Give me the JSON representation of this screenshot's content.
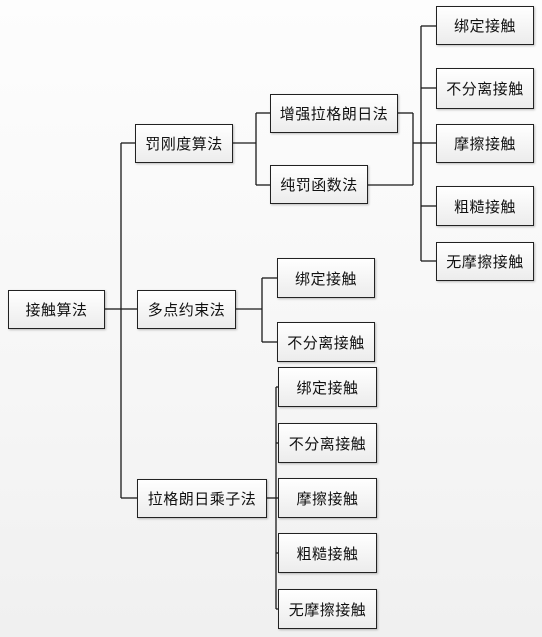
{
  "root": "接触算法",
  "branches": {
    "penalty": {
      "label": "罚刚度算法",
      "sub_augmented": "增强拉格朗日法",
      "sub_pure": "纯罚函数法",
      "types": [
        "绑定接触",
        "不分离接触",
        "摩擦接触",
        "粗糙接触",
        "无摩擦接触"
      ]
    },
    "mpc": {
      "label": "多点约束法",
      "types": [
        "绑定接触",
        "不分离接触"
      ]
    },
    "lagrange": {
      "label": "拉格朗日乘子法",
      "types": [
        "绑定接触",
        "不分离接触",
        "摩擦接触",
        "粗糙接触",
        "无摩擦接触"
      ]
    }
  }
}
